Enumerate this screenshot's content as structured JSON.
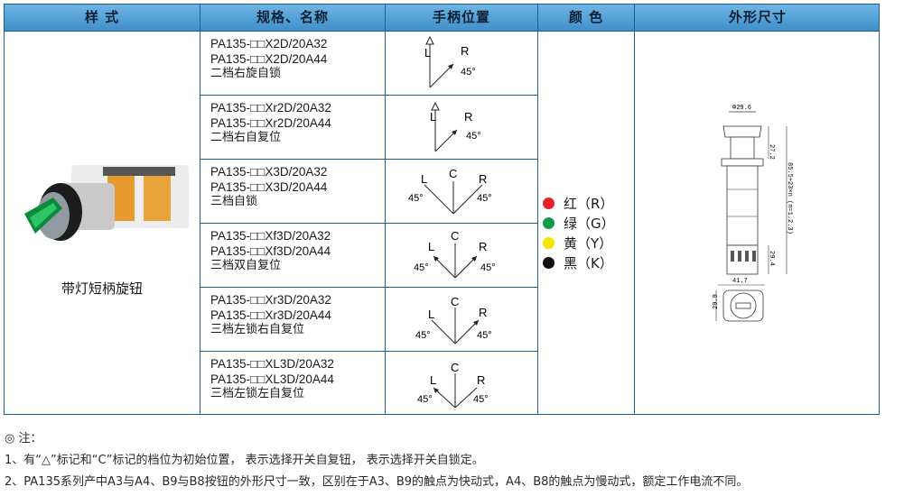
{
  "header": {
    "col_style": "样 式",
    "col_spec": "规格、名称",
    "col_handle": "手柄位置",
    "col_color": "颜 色",
    "col_dims": "外形尺寸"
  },
  "style_label": "带灯短柄旋钮",
  "rows": [
    {
      "spec1": "PA135-□□X2D/20A32",
      "spec2": "PA135-□□X2D/20A44",
      "name": "二档右旋自锁"
    },
    {
      "spec1": "PA135-□□Xr2D/20A32",
      "spec2": "PA135-□□Xr2D/20A44",
      "name": "二档右自复位"
    },
    {
      "spec1": "PA135-□□X3D/20A32",
      "spec2": "PA135-□□X3D/20A44",
      "name": "三档自锁"
    },
    {
      "spec1": "PA135-□□Xf3D/20A32",
      "spec2": "PA135-□□Xf3D/20A44",
      "name": "三档双自复位"
    },
    {
      "spec1": "PA135-□□Xr3D/20A32",
      "spec2": "PA135-□□Xr3D/20A44",
      "name": "三档左锁右自复位"
    },
    {
      "spec1": "PA135-□□XL3D/20A32",
      "spec2": "PA135-□□XL3D/20A44",
      "name": "三档左锁左自复位"
    }
  ],
  "handle": {
    "L": "L",
    "R": "R",
    "C": "C",
    "angle": "45°"
  },
  "colors": [
    {
      "label": "红（R）",
      "hex": "#e8202a"
    },
    {
      "label": "绿（G）",
      "hex": "#0f9a48"
    },
    {
      "label": "黄（Y）",
      "hex": "#f5e400"
    },
    {
      "label": "黑（K）",
      "hex": "#111111"
    }
  ],
  "dims": {
    "d1": "Φ29.6",
    "d2": "27.2",
    "d3": "85.5+23×n (n=1.2.3)",
    "d4": "29.4",
    "d5": "41.7",
    "d6": "29.9"
  },
  "notes": {
    "title": "◎ 注：",
    "line1": "1、有“△”标记和“C”标记的档位为初始位置， 表示选择开关自复钮， 表示选择开关自锁定。",
    "line2": "2、PA135系列产中A3与A4、B9与B8按钮的外形尺寸一致，区别在于A3、B9的触点为快动式，A4、B8的触点为慢动式，额定工作电流不同。"
  }
}
